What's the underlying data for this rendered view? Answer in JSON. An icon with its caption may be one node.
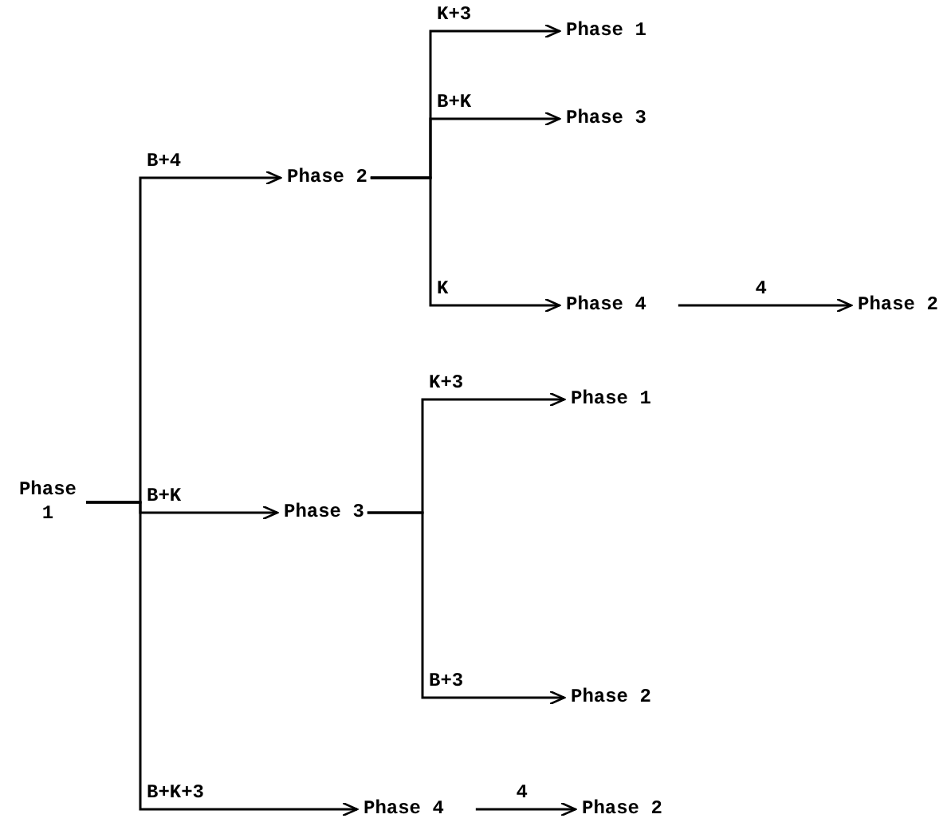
{
  "diagram": {
    "nodes": [
      {
        "text": [
          "Phase 1"
        ]
      },
      {
        "text": [
          "Phase 2"
        ]
      },
      {
        "text": [
          "Phase 1"
        ]
      },
      {
        "text": [
          "Phase 3"
        ]
      },
      {
        "text": [
          "Phase 4"
        ]
      },
      {
        "text": [
          "Phase 2"
        ]
      },
      {
        "text": [
          "Phase 3"
        ]
      },
      {
        "text": [
          "Phase 1"
        ]
      },
      {
        "text": [
          "Phase 2"
        ]
      },
      {
        "text": [
          "Phase 4"
        ]
      },
      {
        "text": [
          "Phase 2"
        ]
      }
    ],
    "edges": [
      {
        "from": 0,
        "to": 1,
        "arrow": "to",
        "label": "B+4"
      },
      {
        "from": 1,
        "to": 2,
        "arrow": "to",
        "label": "K+3"
      },
      {
        "from": 1,
        "to": 3,
        "arrow": "to",
        "label": "B+K"
      },
      {
        "from": 1,
        "to": 4,
        "arrow": "to",
        "label": "K"
      },
      {
        "from": 4,
        "to": 5,
        "arrow": "to",
        "label": "4"
      },
      {
        "from": 0,
        "to": 6,
        "arrow": "to",
        "label": "B+K"
      },
      {
        "from": 6,
        "to": 7,
        "arrow": "to",
        "label": "K+3"
      },
      {
        "from": 6,
        "to": 8,
        "arrow": "to",
        "label": "B+3"
      },
      {
        "from": 0,
        "to": 9,
        "arrow": "to",
        "label": "B+K+3"
      },
      {
        "from": 9,
        "to": 10,
        "arrow": "to",
        "label": "4"
      }
    ]
  }
}
